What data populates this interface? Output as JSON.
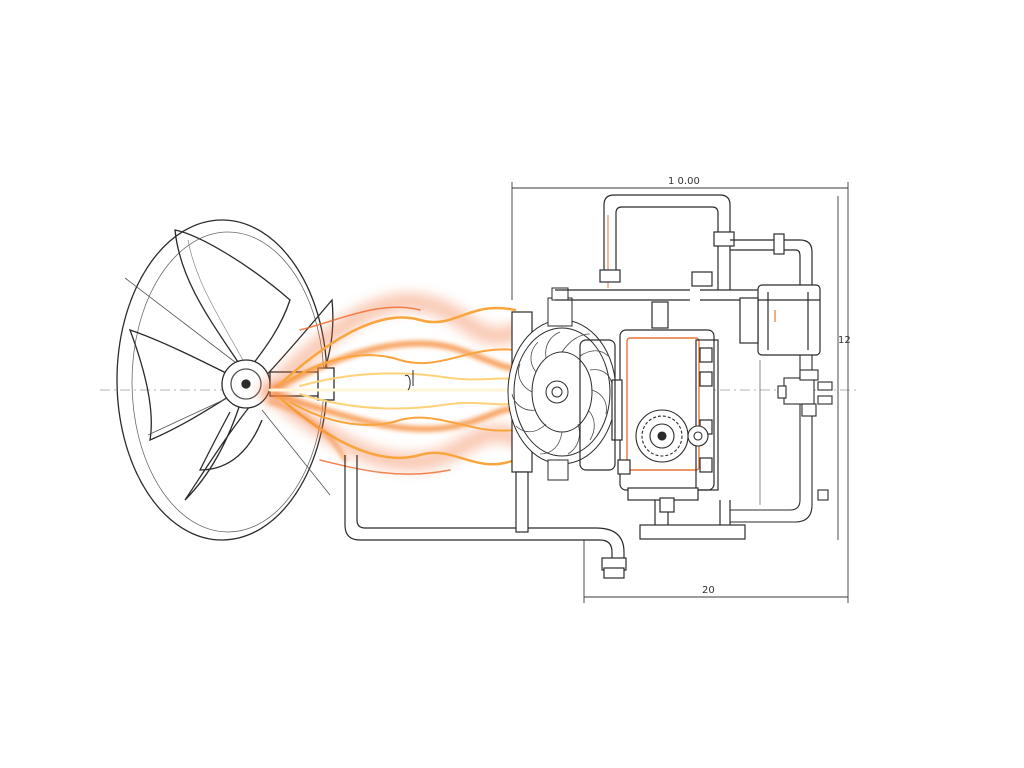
{
  "diagram": {
    "kind": "technical line drawing: propeller driven by engine with flame stream",
    "colors": {
      "line": "#2b2b2b",
      "faint": "#9a9a9a",
      "accent": "#e8743a",
      "flame_outer": "#f0662a",
      "flame_mid": "#f9a53d",
      "flame_core": "#ffe7a6"
    },
    "dimensions": {
      "top": "1 0.00",
      "right": "12",
      "bottom": "20"
    }
  }
}
